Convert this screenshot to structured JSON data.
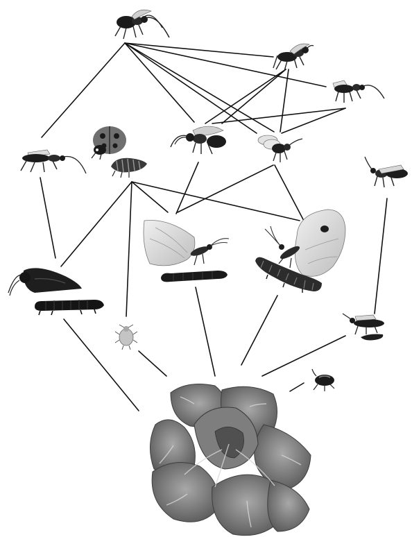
{
  "diagram": {
    "type": "food-web",
    "colors": {
      "link": "#111111",
      "plant_dark": "#5f5f5f",
      "plant_light": "#9a9a9a",
      "insect_dark": "#1c1c1c",
      "wing_light": "#d9d9d9"
    },
    "organisms": [
      {
        "id": "top-hyperparasitoid-wasp",
        "icon": "wasp-icon"
      },
      {
        "id": "hyperparasitoid-wasp-a",
        "icon": "wasp-icon"
      },
      {
        "id": "hyperparasitoid-wasp-b",
        "icon": "wasp-icon"
      },
      {
        "id": "parasitoid-wasp-left",
        "icon": "wasp-icon"
      },
      {
        "id": "ladybird-adult",
        "icon": "ladybird-icon"
      },
      {
        "id": "ladybird-larva",
        "icon": "ladybird-larva-icon"
      },
      {
        "id": "parasitoid-wasp-center",
        "icon": "wasp-icon"
      },
      {
        "id": "parasitoid-fly",
        "icon": "fly-icon"
      },
      {
        "id": "parasitoid-wasp-right",
        "icon": "wasp-icon"
      },
      {
        "id": "moth-adult",
        "icon": "moth-icon"
      },
      {
        "id": "moth-caterpillar",
        "icon": "caterpillar-icon"
      },
      {
        "id": "aphid",
        "icon": "aphid-icon"
      },
      {
        "id": "small-white-butterfly",
        "icon": "butterfly-icon"
      },
      {
        "id": "small-white-caterpillar",
        "icon": "caterpillar-icon"
      },
      {
        "id": "large-white-butterfly",
        "icon": "butterfly-icon"
      },
      {
        "id": "large-white-caterpillar",
        "icon": "caterpillar-icon"
      },
      {
        "id": "cabbage-root-fly",
        "icon": "fly-icon"
      },
      {
        "id": "flea-beetle",
        "icon": "beetle-icon"
      },
      {
        "id": "cabbage-plant",
        "icon": "cabbage-icon"
      }
    ],
    "links": [
      [
        "top-hyperparasitoid-wasp",
        "hyperparasitoid-wasp-a"
      ],
      [
        "top-hyperparasitoid-wasp",
        "hyperparasitoid-wasp-b"
      ],
      [
        "top-hyperparasitoid-wasp",
        "parasitoid-wasp-left"
      ],
      [
        "top-hyperparasitoid-wasp",
        "parasitoid-wasp-center"
      ],
      [
        "top-hyperparasitoid-wasp",
        "parasitoid-fly"
      ],
      [
        "hyperparasitoid-wasp-a",
        "parasitoid-wasp-center"
      ],
      [
        "hyperparasitoid-wasp-a",
        "parasitoid-fly"
      ],
      [
        "hyperparasitoid-wasp-b",
        "parasitoid-wasp-center"
      ],
      [
        "hyperparasitoid-wasp-b",
        "parasitoid-fly"
      ],
      [
        "parasitoid-wasp-left",
        "moth-adult"
      ],
      [
        "ladybird-larva",
        "moth-adult"
      ],
      [
        "ladybird-larva",
        "aphid"
      ],
      [
        "ladybird-larva",
        "small-white-butterfly"
      ],
      [
        "ladybird-larva",
        "large-white-butterfly"
      ],
      [
        "parasitoid-wasp-center",
        "small-white-butterfly"
      ],
      [
        "parasitoid-fly",
        "small-white-butterfly"
      ],
      [
        "parasitoid-fly",
        "large-white-butterfly"
      ],
      [
        "parasitoid-wasp-right",
        "cabbage-root-fly"
      ],
      [
        "moth-caterpillar",
        "cabbage-plant"
      ],
      [
        "aphid",
        "cabbage-plant"
      ],
      [
        "small-white-caterpillar",
        "cabbage-plant"
      ],
      [
        "large-white-caterpillar",
        "cabbage-plant"
      ],
      [
        "cabbage-root-fly",
        "cabbage-plant"
      ],
      [
        "flea-beetle",
        "cabbage-plant"
      ]
    ]
  }
}
